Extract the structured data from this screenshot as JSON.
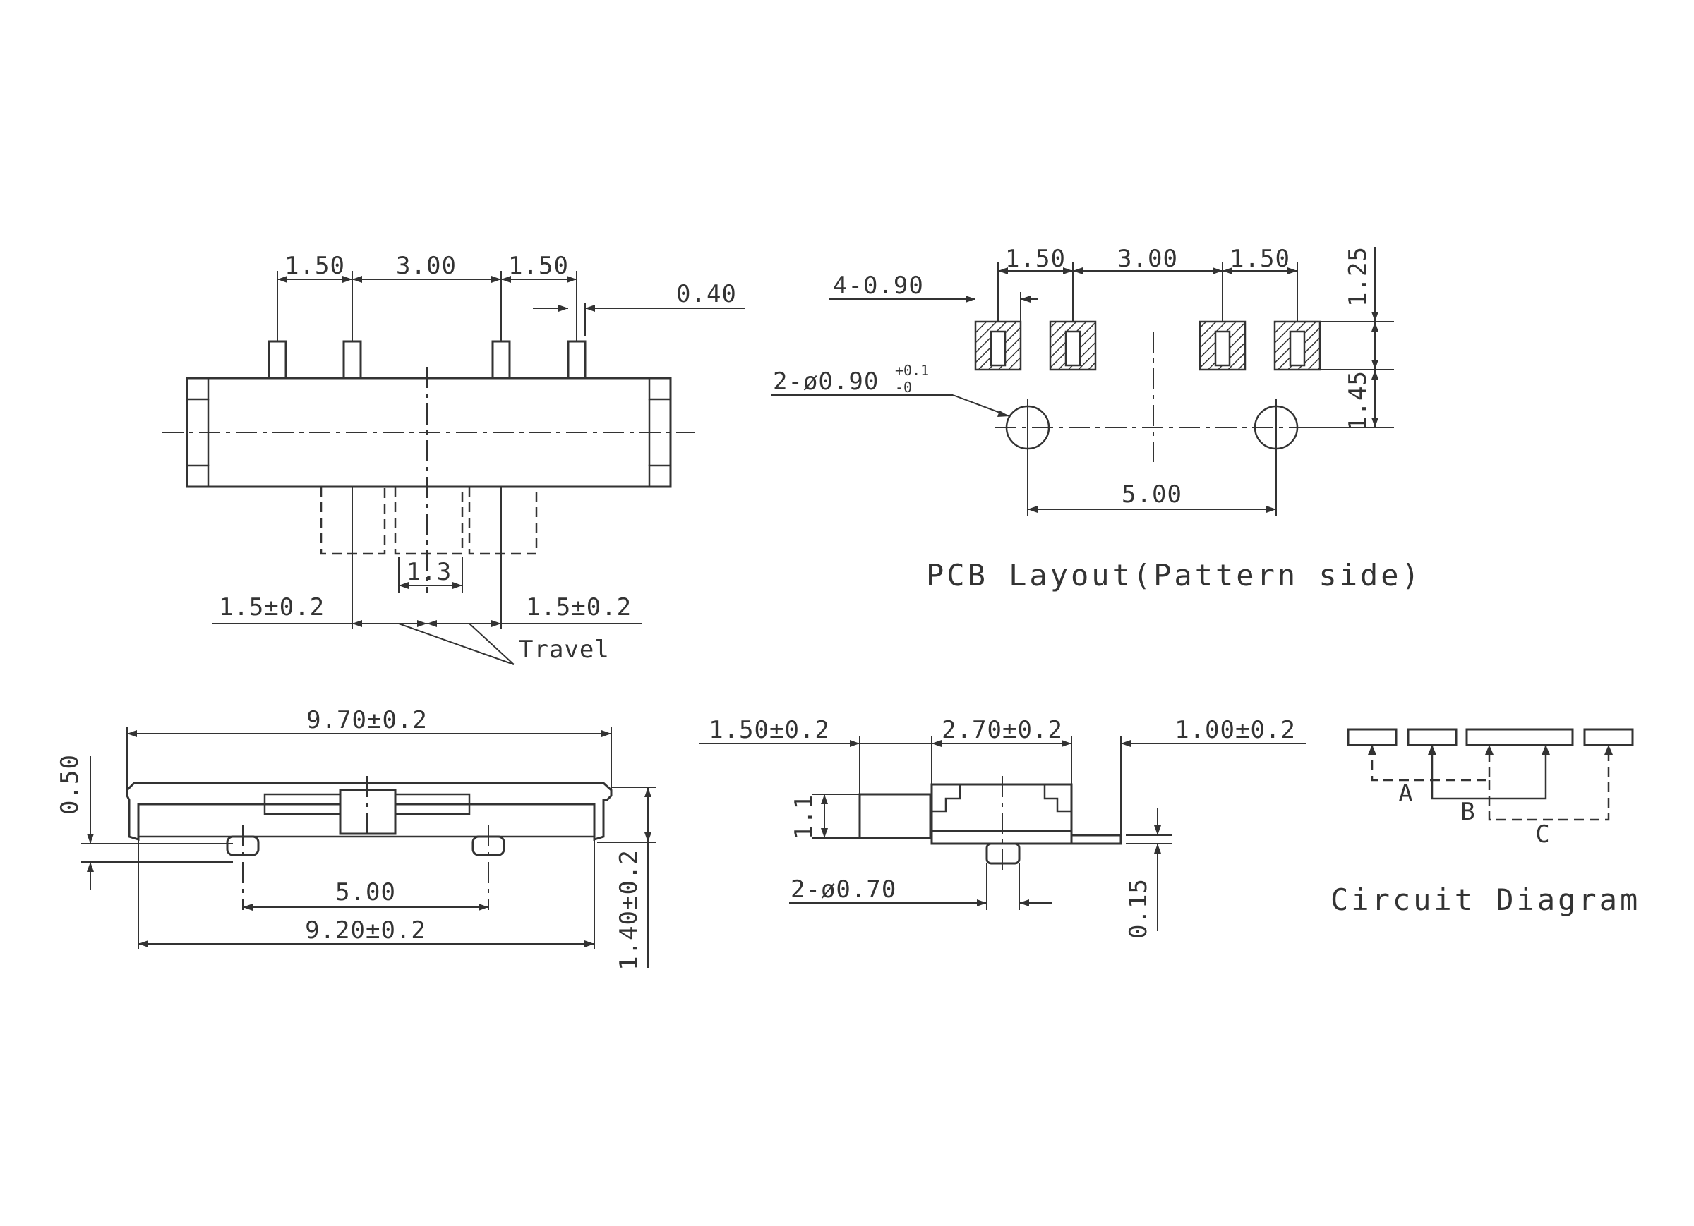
{
  "top_view": {
    "pitch_dims": [
      "1.50",
      "3.00",
      "1.50"
    ],
    "pin_width": "0.40",
    "actuator_width": "1.3",
    "travel_left": "1.5±0.2",
    "travel_right": "1.5±0.2",
    "travel_label": "Travel"
  },
  "pcb_layout": {
    "pitch_dims": [
      "1.50",
      "3.00",
      "1.50"
    ],
    "pad_size": "4-0.90",
    "hole_spec": "2-ø0.90",
    "hole_tol_upper": "+0.1",
    "hole_tol_lower": "-0",
    "row_offset_1": "1.25",
    "row_offset_2": "1.45",
    "hole_spacing": "5.00",
    "caption": "PCB  Layout(Pattern  side)"
  },
  "front_view": {
    "overall_length": "9.70±0.2",
    "bottom_length": "9.20±0.2",
    "post_spacing": "5.00",
    "top_thickness": "0.50",
    "total_height": "1.40±0.2"
  },
  "side_view": {
    "left_offset": "1.50±0.2",
    "body_width": "2.70±0.2",
    "pin_offset": "1.00±0.2",
    "step_height": "1.1",
    "post_dia": "2-ø0.70",
    "pin_thickness": "0.15"
  },
  "circuit_diagram": {
    "labels": [
      "A",
      "B",
      "C"
    ],
    "caption": "Circuit  Diagram"
  }
}
